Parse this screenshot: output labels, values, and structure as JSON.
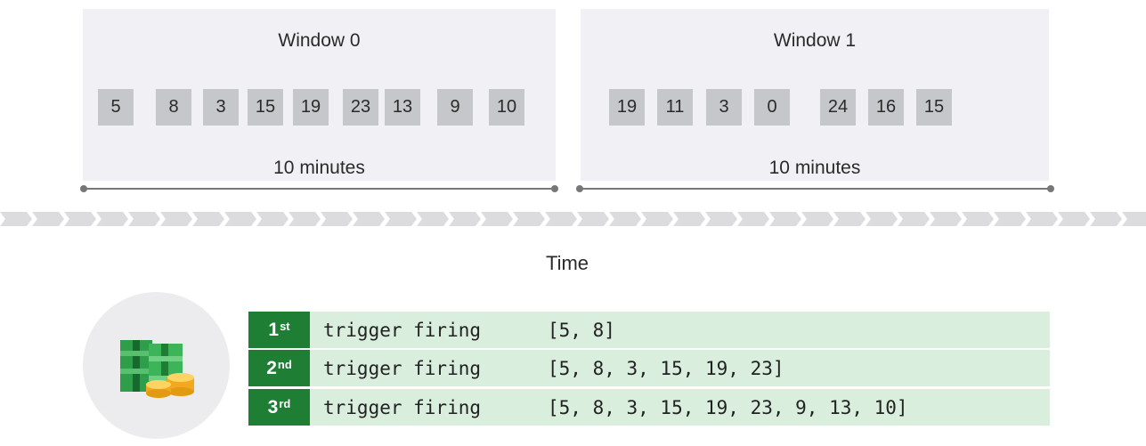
{
  "windows": [
    {
      "title": "Window 0",
      "duration": "10 minutes",
      "values": [
        "5",
        "8",
        "3",
        "15",
        "19",
        "23",
        "13",
        "9",
        "10"
      ]
    },
    {
      "title": "Window 1",
      "duration": "10 minutes",
      "values": [
        "19",
        "11",
        "3",
        "0",
        "24",
        "16",
        "15"
      ]
    }
  ],
  "axis_label": "Time",
  "icon": "money-stack-coins-icon",
  "colors": {
    "trigger_number_bg": "#1e7e34",
    "trigger_row_bg": "#d9eedd",
    "value_box": "#c6c7ca",
    "window_bg": "#f1f1f5"
  },
  "triggers": [
    {
      "ordinal": "1",
      "suffix": "st",
      "label": "trigger firing",
      "values": "[5, 8]"
    },
    {
      "ordinal": "2",
      "suffix": "nd",
      "label": "trigger firing",
      "values": "[5, 8, 3, 15, 19, 23]"
    },
    {
      "ordinal": "3",
      "suffix": "rd",
      "label": "trigger firing",
      "values": "[5, 8, 3, 15, 19, 23, 9, 13, 10]"
    }
  ]
}
